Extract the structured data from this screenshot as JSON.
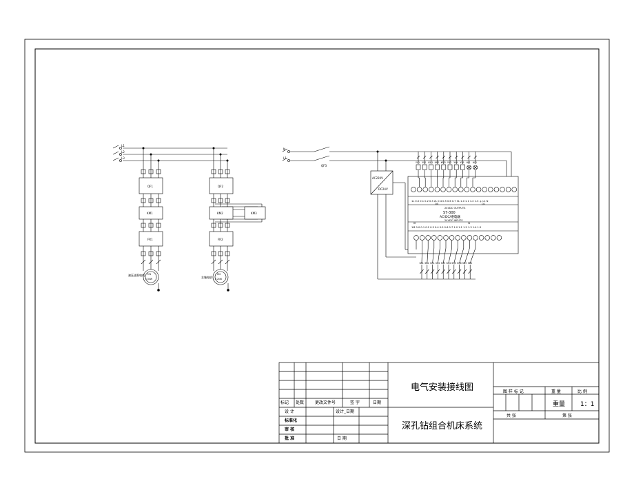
{
  "title_block": {
    "drawing_title": "电气安装接线图",
    "project_name": "深孔钻组合机床系统",
    "rev_headers": [
      "标记",
      "处数",
      "更改文件号",
      "签 字",
      "日期"
    ],
    "roles": [
      "设 计",
      "标准化",
      "审 核",
      "批 准"
    ],
    "sign_date": "设计_日期",
    "date_label": "日 期",
    "right_headers": [
      "图 样 标 记",
      "重 量",
      "比 例"
    ],
    "weight_value": "重量",
    "scale_value": "1：1",
    "total_sheets": "共   张",
    "sheet_no": "第   张"
  },
  "power": {
    "phases": [
      "L1",
      "L2",
      "L3"
    ],
    "ctrl_lines": [
      "N",
      "L1"
    ],
    "ctrl_breaker": "QF3"
  },
  "circuit1": {
    "breaker": "QF1",
    "contactor": "KM1",
    "thermal": "FR1",
    "motor": "M1",
    "motor_spec": "1.5kW",
    "motor_name": "液压油泵电机"
  },
  "circuit2": {
    "breaker": "QF2",
    "contactor1": "KM2",
    "contactor2": "KM3",
    "thermal": "FR2",
    "motor": "M2",
    "motor_spec": "2.2kW",
    "motor_name": "主轴电机"
  },
  "psu": {
    "input": "AC220V",
    "output": "DC24V"
  },
  "plc": {
    "out_terminals": "1L  0.0  0.1  0.2  0.3  2L  0.4  0.5  0.6  0.7  3L  1.0  1.1  1.2  1.3  ⏚  L1  N",
    "out_label1": "Q0",
    "out_label2": "Q1",
    "out_type": "24VDC OUTPUTS",
    "model": "S7-300",
    "type": "AC/DC/继电器",
    "in_type": "24VDC INPUTS",
    "in_label1": "I0",
    "in_label2": "I1",
    "in_terminals": "1M  0.0  0.1  0.2  0.3  0.4  0.5  0.6  0.7  1.0  1.1  1.2  1.3  1.4  1.5"
  },
  "outputs": [
    "YV1",
    "YV2",
    "KM1",
    "KM2",
    "KM3",
    "YV3",
    "YV4",
    "YV5",
    "HL1",
    "HL2"
  ],
  "inputs": [
    "SB1",
    "SB2",
    "SQ1",
    "SQ2",
    "SQ3",
    "SQ4",
    "SQ5",
    "SQ6",
    "SB3",
    "SB4"
  ]
}
